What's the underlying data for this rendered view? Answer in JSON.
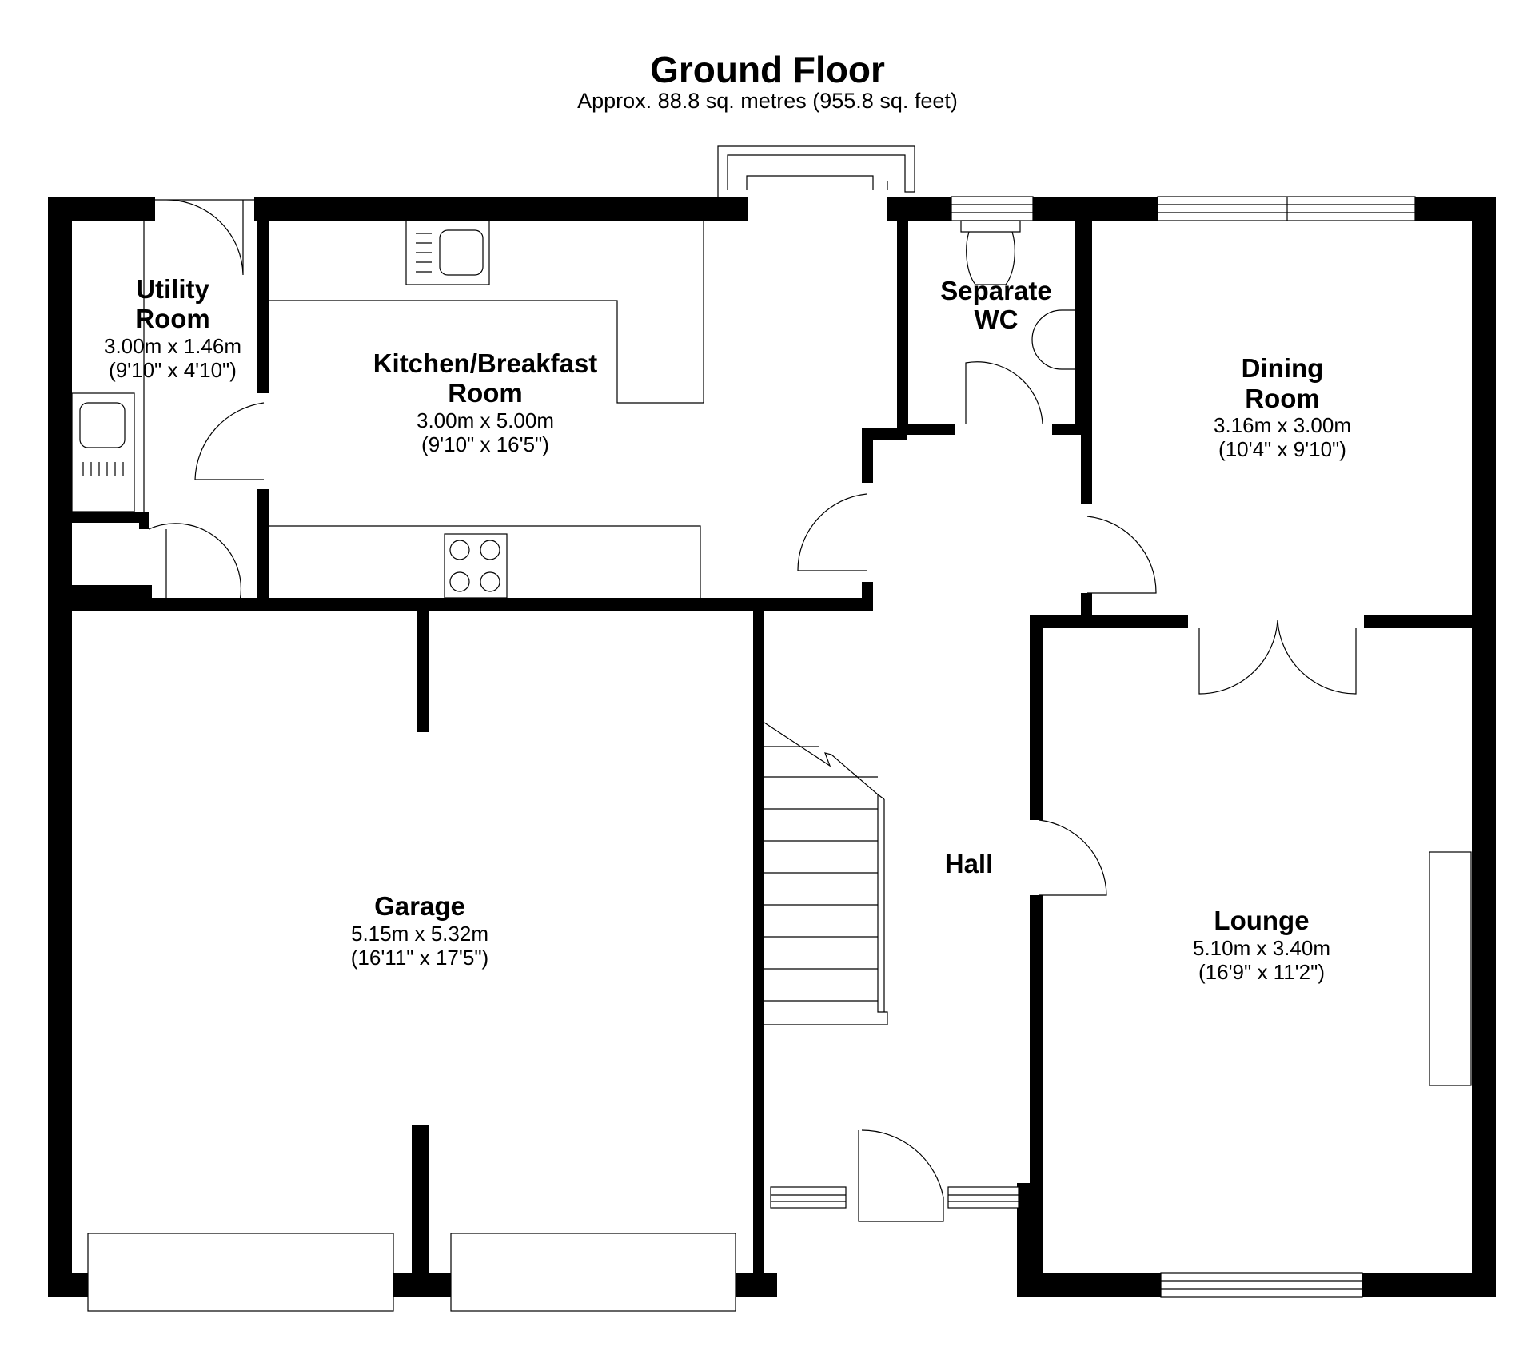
{
  "header": {
    "title": "Ground Floor",
    "subtitle": "Approx.  88.8 sq. metres (955.8 sq. feet)"
  },
  "rooms": {
    "utility": {
      "name_line1": "Utility",
      "name_line2": "Room",
      "metric": "3.00m x 1.46m",
      "imperial": "(9'10\" x 4'10\")"
    },
    "kitchen": {
      "name_line1": "Kitchen/Breakfast",
      "name_line2": "Room",
      "metric": "3.00m x 5.00m",
      "imperial": "(9'10\" x 16'5\")"
    },
    "wc": {
      "name_line1": "Separate",
      "name_line2": "WC"
    },
    "dining": {
      "name_line1": "Dining",
      "name_line2": "Room",
      "metric": "3.16m x 3.00m",
      "imperial": "(10'4\" x 9'10\")"
    },
    "hall": {
      "name": "Hall"
    },
    "garage": {
      "name": "Garage",
      "metric": "5.15m x 5.32m",
      "imperial": "(16'11\" x 17'5\")"
    },
    "lounge": {
      "name": "Lounge",
      "metric": "5.10m x 3.40m",
      "imperial": "(16'9\" x 11'2\")"
    }
  }
}
